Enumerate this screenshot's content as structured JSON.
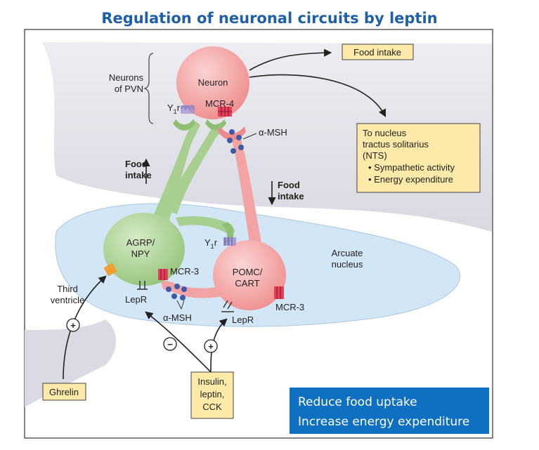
{
  "title": "Regulation of neuronal circuits by leptin",
  "labels": {
    "neurons_pvn_1": "Neurons",
    "neurons_pvn_2": "of PVN",
    "neuron": "Neuron",
    "y1r_top": "Y",
    "y1r_top_sub": "1",
    "y1r_top_r": "r",
    "mcr4": "MCR-4",
    "amsh_top": "α-MSH",
    "food_intake_up_1": "Food",
    "food_intake_up_2": "intake",
    "food_intake_down_1": "Food",
    "food_intake_down_2": "intake",
    "agrp_1": "AGRP/",
    "agrp_2": "NPY",
    "y1r_mid": "Y",
    "y1r_mid_sub": "1",
    "y1r_mid_r": "r",
    "pomc_1": "POMC/",
    "pomc_2": "CART",
    "arcuate_1": "Arcuate",
    "arcuate_2": "nucleus",
    "mcr3_left": "MCR-3",
    "mcr3_right": "MCR-3",
    "lepr_left": "LepR",
    "lepr_right": "LepR",
    "amsh_bottom": "α-MSH",
    "third_ventricle_1": "Third",
    "third_ventricle_2": "ventricle",
    "plus_left": "+",
    "minus": "−",
    "plus_right": "+"
  },
  "boxes": {
    "food_intake": "Food intake",
    "nts_lines": [
      "To nucleus",
      "tractus solitarius",
      "(NTS)",
      "• Sympathetic activity",
      "• Energy expenditure"
    ],
    "ghrelin": "Ghrelin",
    "insulin_lines": [
      "Insulin,",
      "leptin,",
      "CCK"
    ]
  },
  "callout_lines": [
    "Reduce food uptake",
    "Increase energy expenditure"
  ],
  "colors": {
    "title": "#1f5fa8",
    "neuron_pink": "#f39a9a",
    "agrp_green": "#a8cf90",
    "arcuate_blue": "#cfe3f3",
    "yellow_box": "#fde9a8",
    "callout_blue": "#0f6fc0",
    "dots": "#3d5aa8"
  }
}
